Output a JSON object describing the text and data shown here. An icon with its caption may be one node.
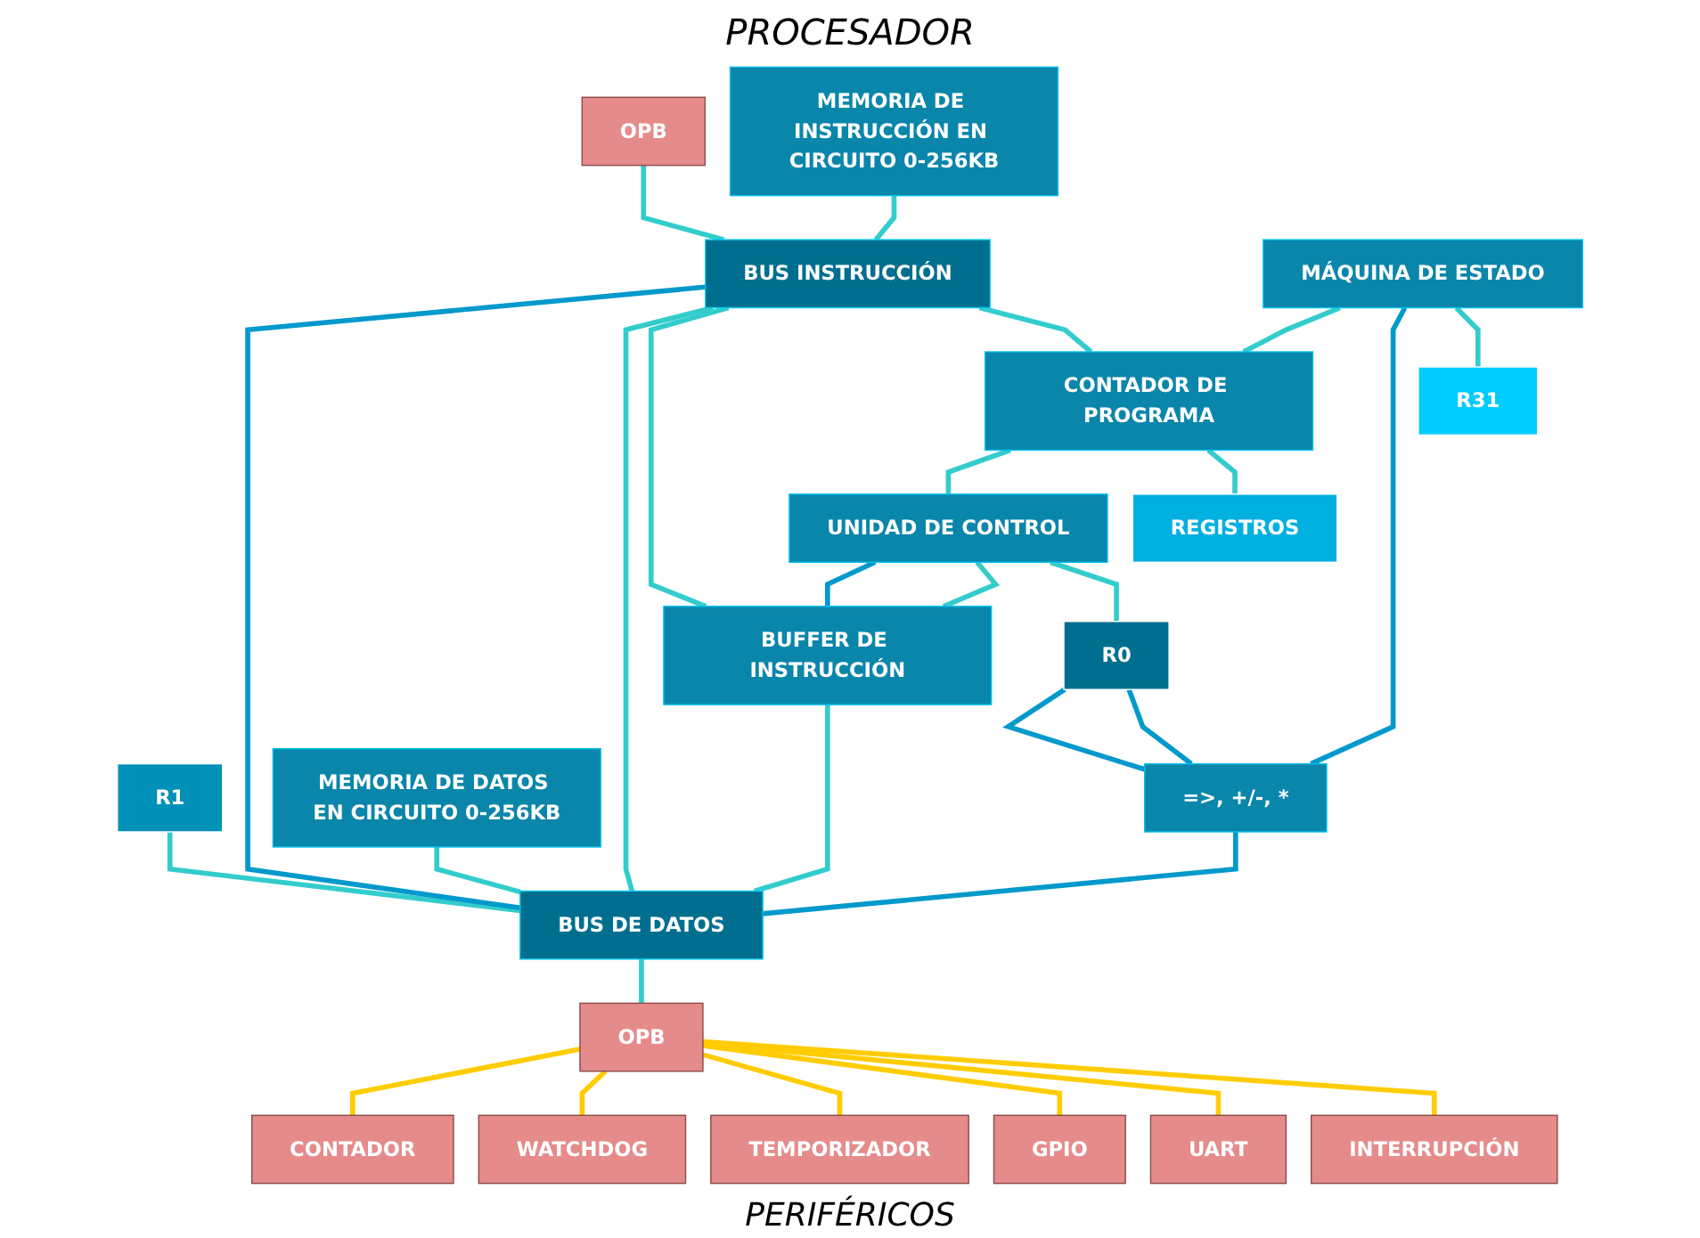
{
  "diagram": {
    "title": "PROCESADOR",
    "nodes": [
      {
        "text": [
          "MEMORIA DE INSTRUCCIÓN EN CIRCUITO 0-256KB"
        ]
      },
      {
        "text": [
          "BUS INSTRUCCIÓN"
        ]
      },
      {
        "text": [
          "MÁQUINA DE ESTADO"
        ]
      },
      {
        "text": [
          "CONTADOR DE PROGRAMA"
        ]
      },
      {
        "text": [
          "UNIDAD DE CONTROL"
        ]
      },
      {
        "text": [
          "BUFFER DE INSTRUCCIÓN"
        ]
      },
      {
        "text": [
          "R31"
        ]
      },
      {
        "text": [
          "REGISTROS"
        ]
      },
      {
        "text": [
          "R1"
        ]
      },
      {
        "text": [
          "R0"
        ]
      },
      {
        "text": [
          "=>, +/-, *"
        ]
      },
      {
        "text": [
          "BUS DE DATOS"
        ]
      },
      {
        "text": [
          "MEMORIA DE DATOS EN CIRCUITO 0-256KB"
        ]
      },
      {
        "text": [
          "OPB"
        ]
      },
      {
        "text": [
          "OPB"
        ]
      },
      {
        "text": [
          "INTERRUPCIÓN"
        ]
      },
      {
        "text": [
          "UART"
        ]
      },
      {
        "text": [
          "GPIO"
        ]
      },
      {
        "text": [
          "TEMPORIZADOR"
        ]
      },
      {
        "text": [
          "WATCHDOG"
        ]
      },
      {
        "text": [
          "CONTADOR"
        ]
      }
    ],
    "edges": [
      {
        "from": 0,
        "to": 1,
        "arrow": "none"
      },
      {
        "from": 13,
        "to": 1,
        "arrow": "none"
      },
      {
        "from": 1,
        "to": 3,
        "arrow": "none"
      },
      {
        "from": 1,
        "to": 5,
        "arrow": "none"
      },
      {
        "from": 2,
        "to": 6,
        "arrow": "none"
      },
      {
        "from": 2,
        "to": 10,
        "arrow": "none",
        "color": "#0099cc"
      },
      {
        "from": 2,
        "to": 3,
        "arrow": "none"
      },
      {
        "from": 3,
        "to": 7,
        "arrow": "none"
      },
      {
        "from": 3,
        "to": 4,
        "arrow": "none"
      },
      {
        "from": 4,
        "to": 9,
        "arrow": "none"
      },
      {
        "from": 4,
        "to": 5,
        "arrow": "none"
      },
      {
        "from": 4,
        "to": 5,
        "arrow": "none",
        "color": "#0099cc"
      },
      {
        "from": 9,
        "to": 10,
        "arrow": "none",
        "color": "#0099cc"
      },
      {
        "from": 9,
        "to": 10,
        "arrow": "none",
        "color": "#0099cc"
      },
      {
        "from": 8,
        "to": 11,
        "arrow": "none"
      },
      {
        "from": 5,
        "to": 11,
        "arrow": "none"
      },
      {
        "from": 1,
        "to": 11,
        "arrow": "none"
      },
      {
        "from": 1,
        "to": 11,
        "arrow": "none",
        "color": "#0099cc"
      },
      {
        "from": 10,
        "to": 11,
        "arrow": "none",
        "color": "#0099cc"
      },
      {
        "from": 12,
        "to": 11,
        "arrow": "none"
      },
      {
        "from": 11,
        "to": 14,
        "arrow": "none"
      },
      {
        "from": 14,
        "to": 15,
        "arrow": "none",
        "color": "#ffcc00"
      },
      {
        "from": 14,
        "to": 16,
        "arrow": "none",
        "color": "#ffcc00"
      },
      {
        "from": 14,
        "to": 17,
        "arrow": "none",
        "color": "#ffcc00"
      },
      {
        "from": 14,
        "to": 18,
        "arrow": "none",
        "color": "#ffcc00"
      },
      {
        "from": 14,
        "to": 19,
        "arrow": "none",
        "color": "#ffcc00"
      },
      {
        "from": 14,
        "to": 20,
        "arrow": "none",
        "color": "#ffcc00"
      }
    ],
    "labels": [
      "PERIFÉRICOS"
    ]
  }
}
